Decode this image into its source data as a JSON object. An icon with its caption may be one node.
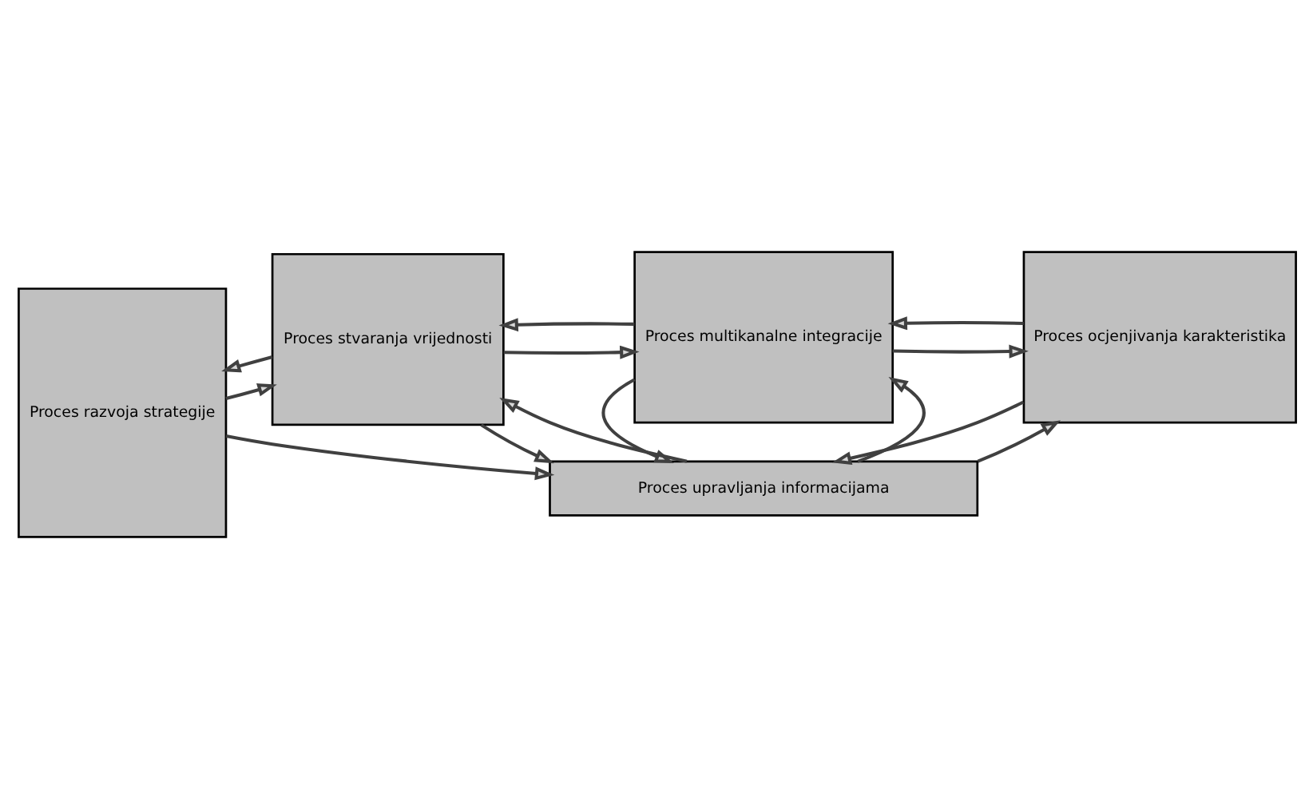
{
  "diagram": {
    "nodes": [
      {
        "text": [
          "Proces razvoja strategije"
        ]
      },
      {
        "text": [
          "Proces stvaranja vrijednosti"
        ]
      },
      {
        "text": [
          "Proces multikanalne integracije"
        ]
      },
      {
        "text": [
          "Proces ocjenjivanja karakteristika"
        ]
      },
      {
        "text": [
          "Proces upravljanja informacijama"
        ]
      }
    ],
    "edges": [
      {
        "from": 0,
        "to": 1,
        "arrow": "to"
      },
      {
        "from": 1,
        "to": 0,
        "arrow": "to"
      },
      {
        "from": 1,
        "to": 2,
        "arrow": "to"
      },
      {
        "from": 2,
        "to": 1,
        "arrow": "to"
      },
      {
        "from": 2,
        "to": 3,
        "arrow": "to"
      },
      {
        "from": 3,
        "to": 2,
        "arrow": "to"
      },
      {
        "from": 4,
        "to": 1,
        "arrow": "to"
      },
      {
        "from": 1,
        "to": 4,
        "arrow": "to"
      },
      {
        "from": 4,
        "to": 2,
        "arrow": "to"
      },
      {
        "from": 2,
        "to": 4,
        "arrow": "to"
      },
      {
        "from": 4,
        "to": 3,
        "arrow": "to"
      },
      {
        "from": 3,
        "to": 4,
        "arrow": "to"
      },
      {
        "from": 0,
        "to": 4,
        "arrow": "to"
      }
    ]
  }
}
